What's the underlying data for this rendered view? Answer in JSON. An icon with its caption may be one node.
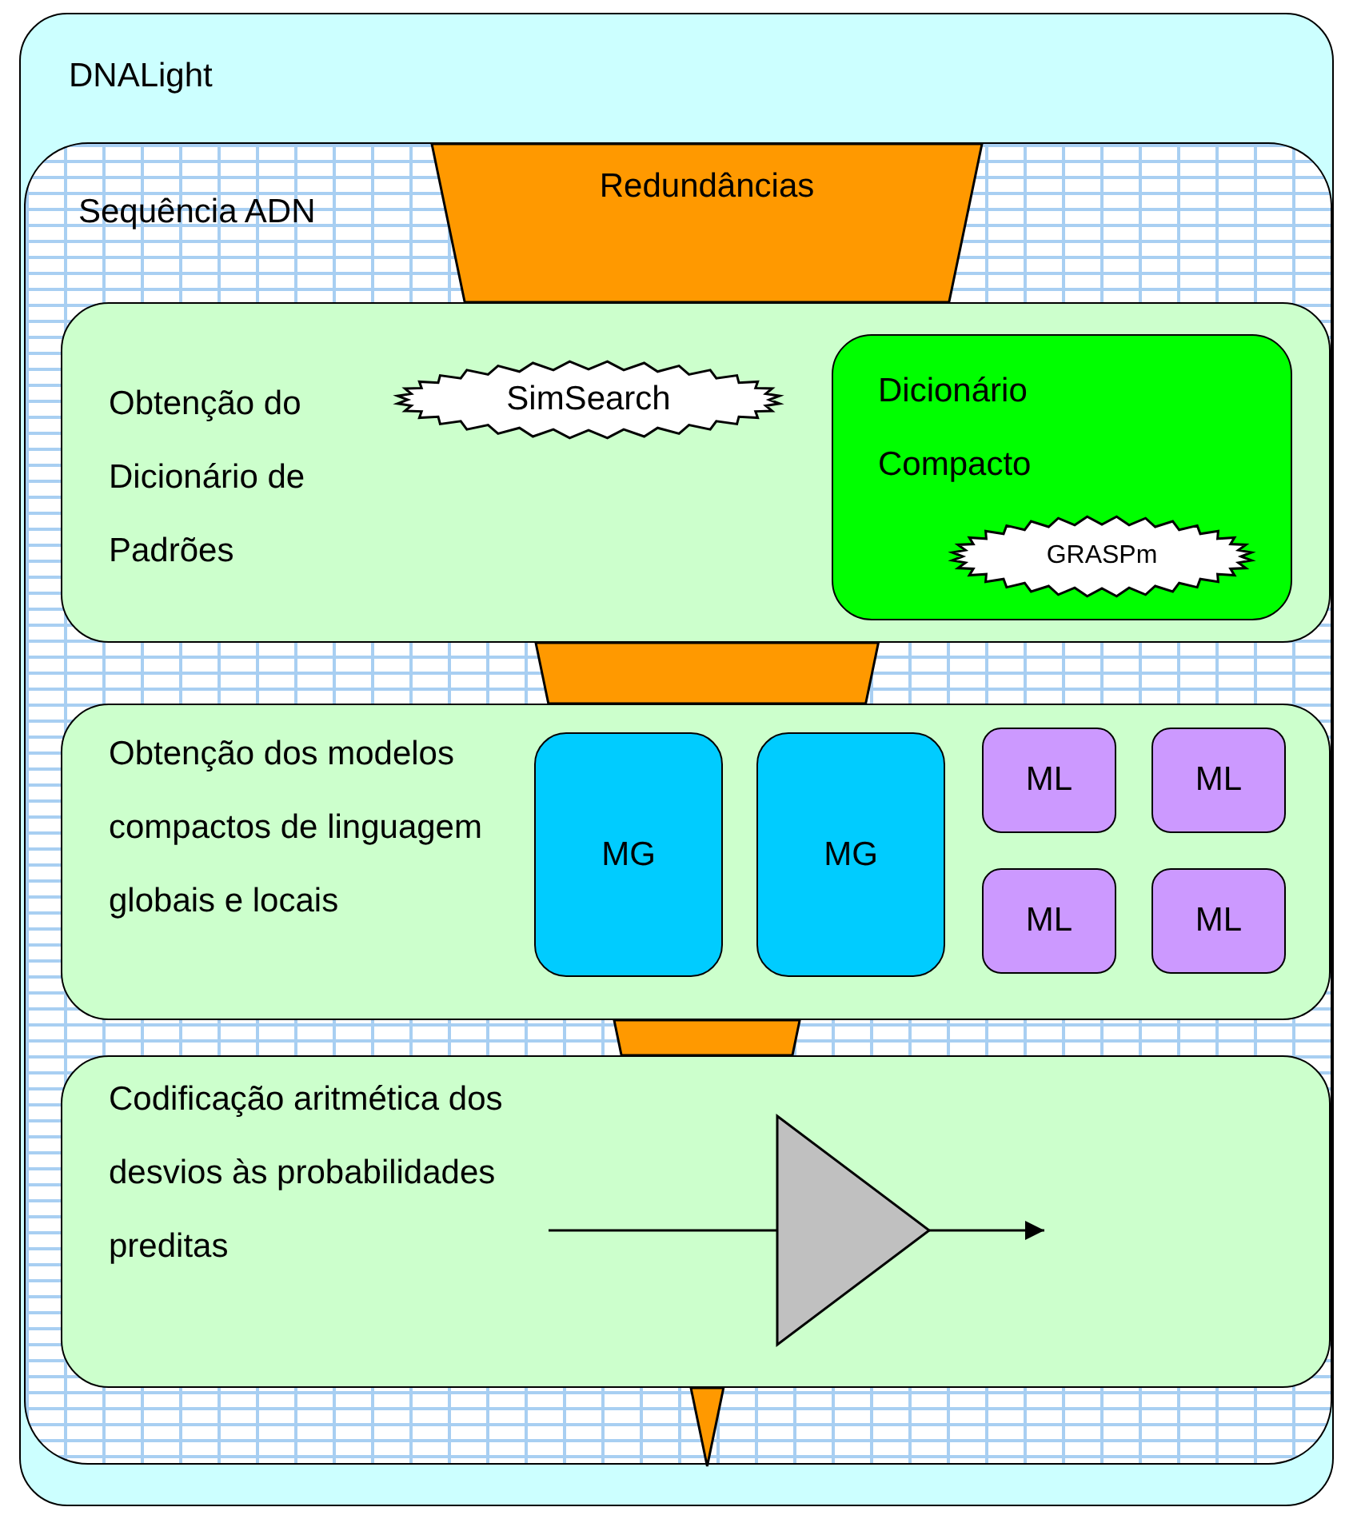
{
  "diagram": {
    "nodes": [
      {
        "text": [
          "DNALight"
        ]
      },
      {
        "text": [
          "Sequência ADN"
        ],
        "in": 0
      },
      {
        "text": [
          "Redundâncias"
        ],
        "in": 1
      },
      {
        "text": [
          "Obtenção do Dicionário de Padrões"
        ],
        "in": 1
      },
      {
        "text": [
          "SimSearch"
        ],
        "in": 3
      },
      {
        "text": [
          "Dicionário Compacto"
        ],
        "in": 3
      },
      {
        "text": [
          "GRASPm"
        ],
        "in": 5
      },
      {
        "text": [
          "Obtenção dos modelos compactos de linguagem globais e locais"
        ],
        "in": 1
      },
      {
        "text": [
          "MG"
        ],
        "in": 7
      },
      {
        "text": [
          "MG"
        ],
        "in": 7
      },
      {
        "text": [
          "ML"
        ],
        "in": 7
      },
      {
        "text": [
          "ML"
        ],
        "in": 7
      },
      {
        "text": [
          "ML"
        ],
        "in": 7
      },
      {
        "text": [
          "ML"
        ],
        "in": 7
      },
      {
        "text": [
          "Codificação aritmética dos desvios às probabilidades preditas"
        ],
        "in": 1
      },
      {
        "text": [],
        "shape": "triangle",
        "in": 14
      },
      {
        "text": [],
        "shape": "trapezoid",
        "in": 1
      },
      {
        "text": [],
        "shape": "trapezoid",
        "in": 1
      },
      {
        "text": [],
        "shape": "triangle",
        "in": 1
      }
    ],
    "edges": [
      {
        "from": null,
        "to": 15,
        "arrow": "none"
      },
      {
        "from": 15,
        "to": null,
        "arrow": "to"
      }
    ]
  }
}
